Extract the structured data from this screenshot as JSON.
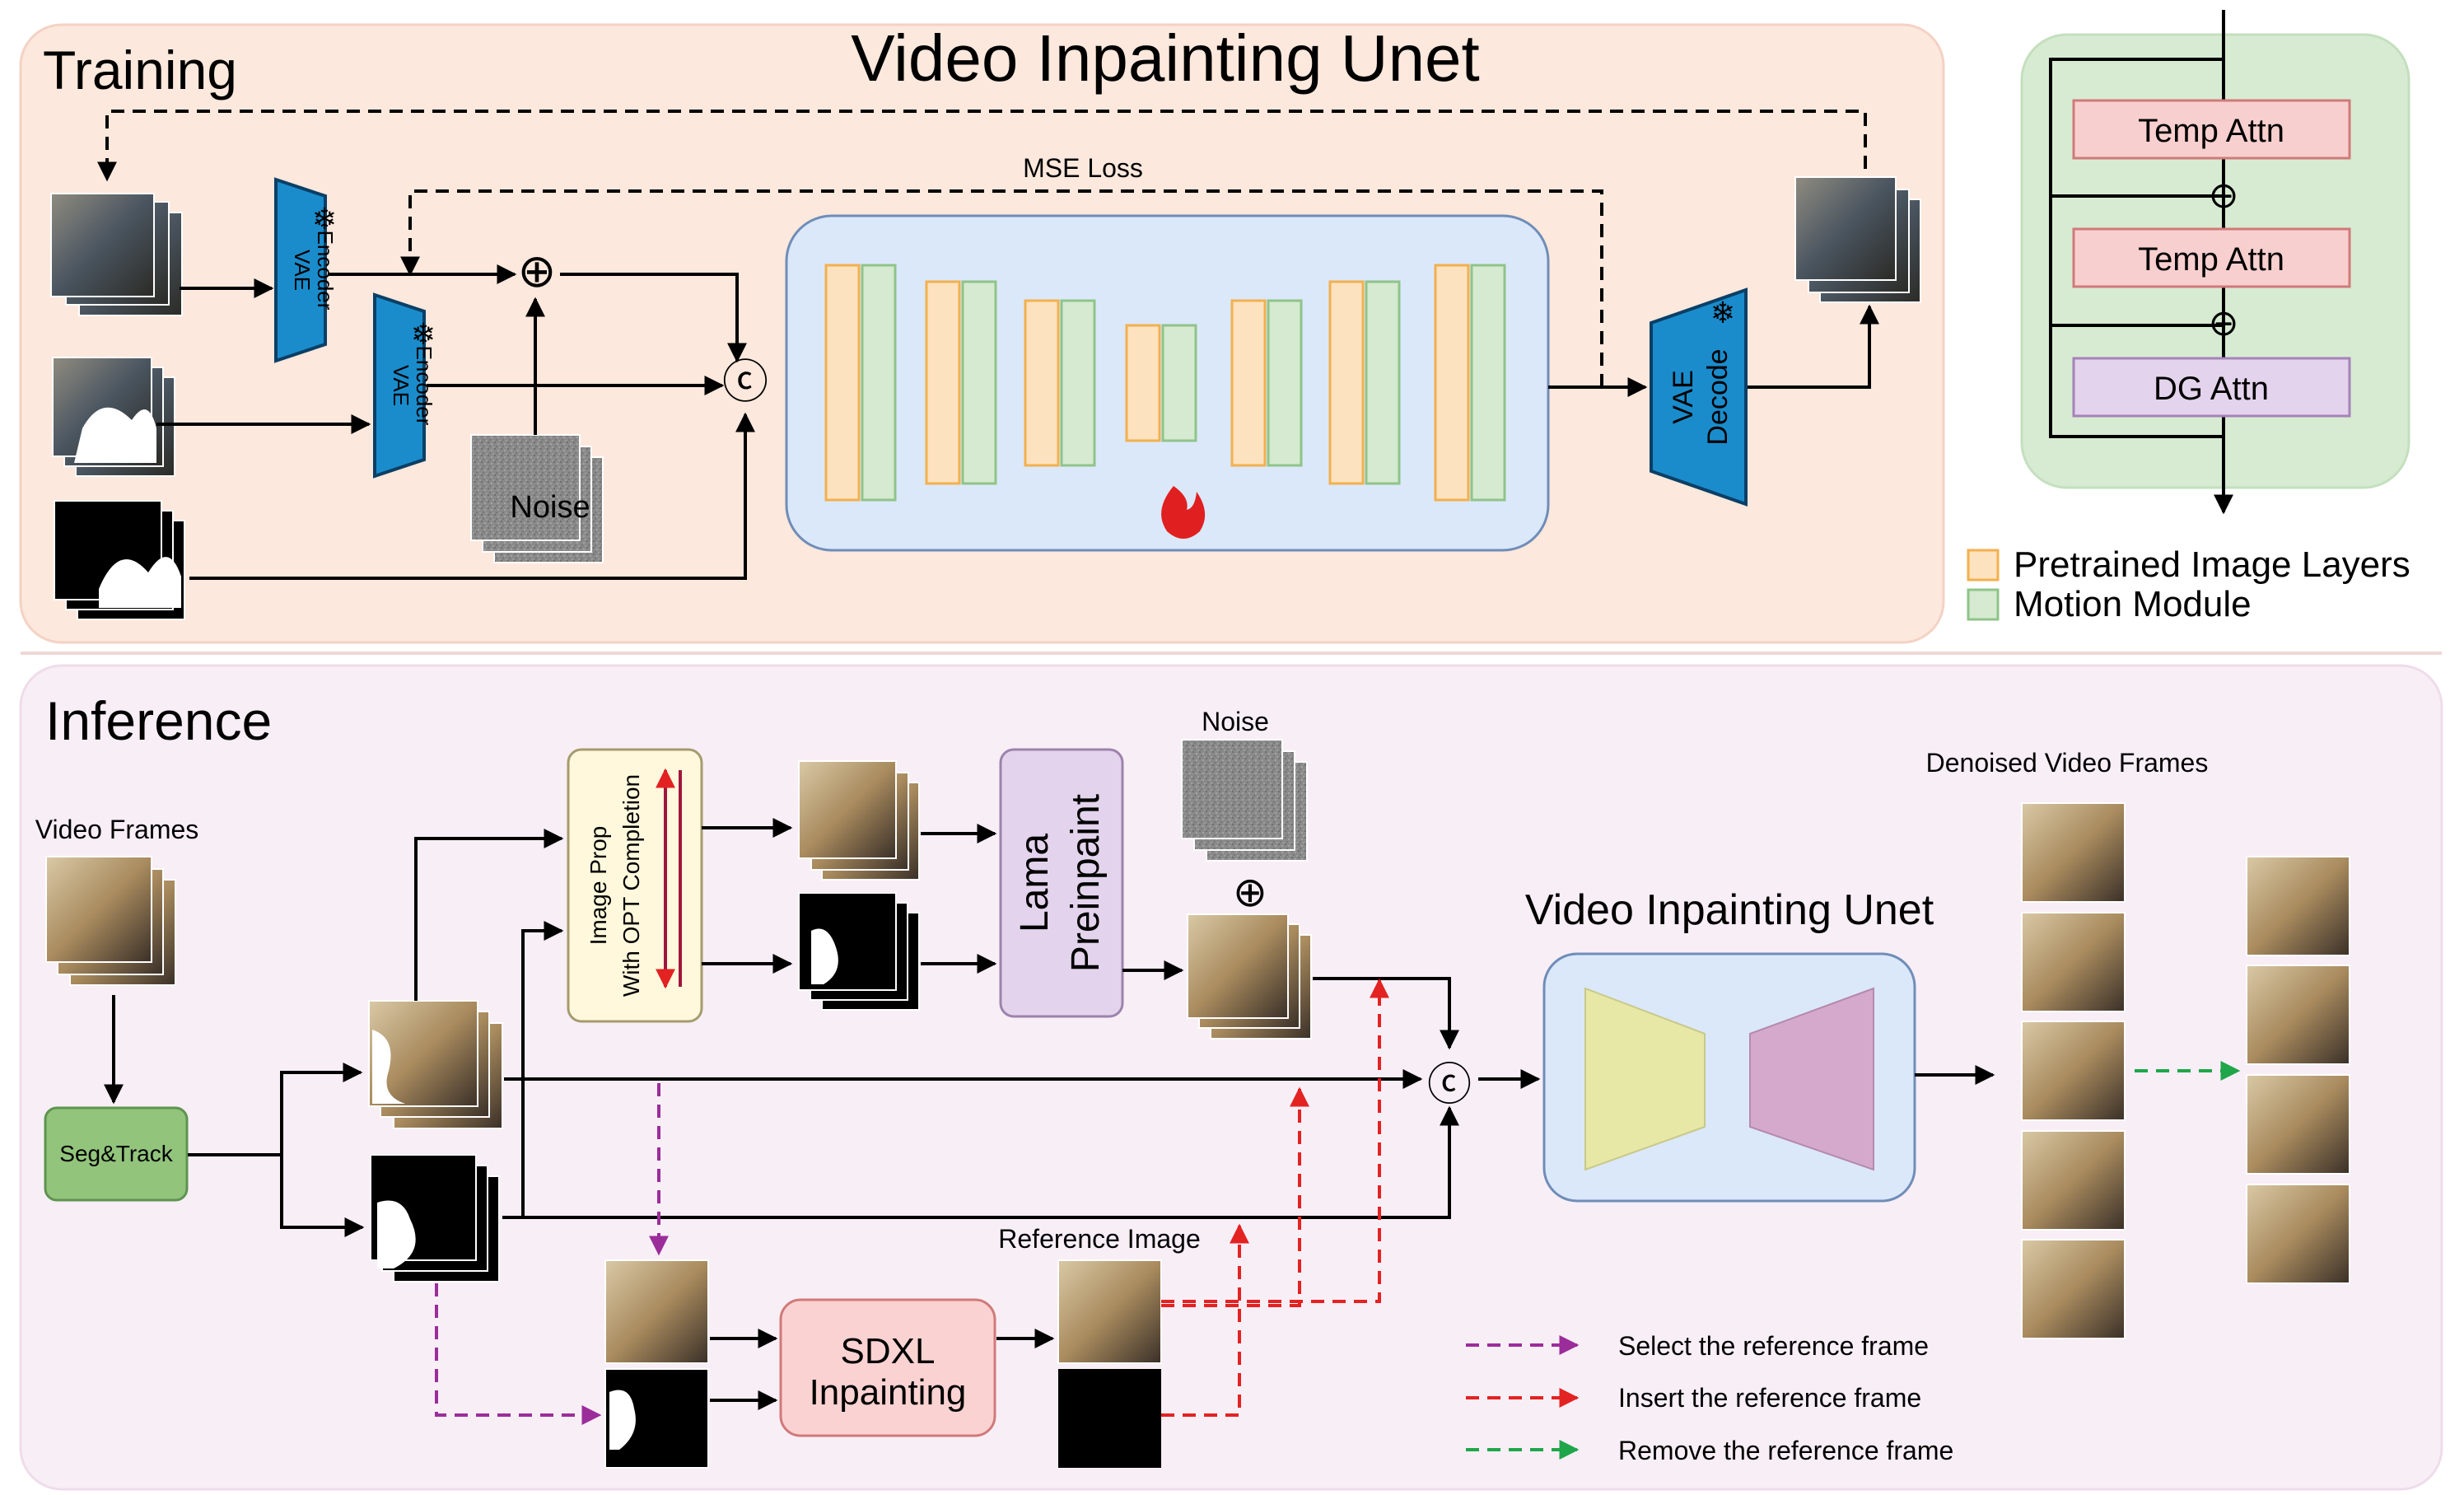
{
  "training": {
    "section_title": "Training",
    "unet_title": "Video Inpainting Unet",
    "loss_label": "MSE Loss",
    "vae_encoder_1_label": [
      "VAE",
      "Encoder"
    ],
    "vae_encoder_2_label": [
      "VAE",
      "Encoder"
    ],
    "vae_decoder_label": [
      "VAE",
      "Decode"
    ],
    "noise_label": "Noise",
    "add_symbol": "⊕",
    "concat_symbol": "ⓒ",
    "frozen_icon": "snowflake-icon",
    "trainable_icon": "flame-icon"
  },
  "motion_block": {
    "layers": [
      "Temp Attn",
      "Temp Attn",
      "DG Attn"
    ],
    "add_symbol": "⊕"
  },
  "legend_layers": [
    {
      "label": "Pretrained Image Layers",
      "color": "#fde2bf",
      "border": "#f2b04e"
    },
    {
      "label": "Motion Module",
      "color": "#d5ead0",
      "border": "#8fc489"
    }
  ],
  "inference": {
    "section_title": "Inference",
    "video_frames_label": "Video Frames",
    "seg_track_label": "Seg&Track",
    "image_prop_label": [
      "Image Prop",
      "With OPT Completion"
    ],
    "lama_label": [
      "Lama",
      "Preinpaint"
    ],
    "noise_label": "Noise",
    "unet_title": "Video Inpainting Unet",
    "reference_image_label": "Reference Image",
    "sdxl_label": [
      "SDXL",
      "Inpainting"
    ],
    "denoised_label": "Denoised Video Frames",
    "add_symbol": "⊕",
    "concat_symbol": "ⓒ"
  },
  "legend_arrows": [
    {
      "label": "Select the reference frame",
      "color": "#9b2d9b"
    },
    {
      "label": "Insert the reference frame",
      "color": "#e32222"
    },
    {
      "label": "Remove the reference frame",
      "color": "#1fa64a"
    }
  ],
  "colors": {
    "training_bg": "#fce8dc",
    "inference_bg": "#f8eef6",
    "unet_box": "#dbe8fa",
    "vae": "#1a8ccc",
    "temp_attn": "#f8cfcf",
    "dg_attn": "#e3d3ec",
    "motion_bg": "#d7ebd2",
    "seg_track": "#92c47c",
    "image_prop": "#fff8dc",
    "lama": "#e3d3ec",
    "sdxl": "#fbd2d2",
    "encoder_shape": "#e8e8a6",
    "decoder_shape": "#d4a9cc"
  }
}
